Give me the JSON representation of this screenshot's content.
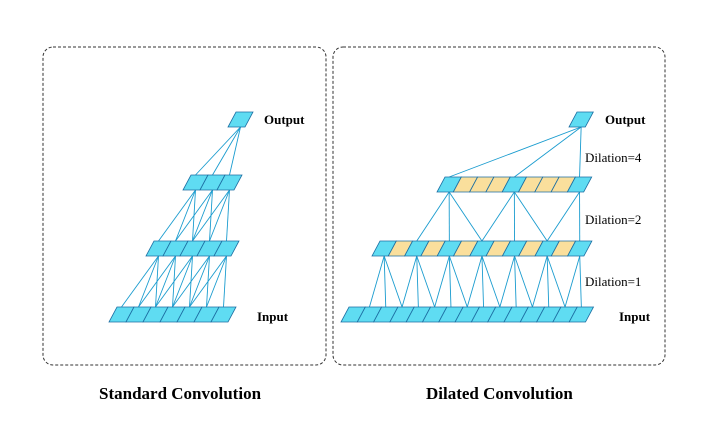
{
  "standard": {
    "output_label": "Output",
    "input_label": "Input",
    "caption": "Standard Convolution"
  },
  "dilated": {
    "output_label": "Output",
    "input_label": "Input",
    "caption": "Dilated Convolution",
    "dilation_labels": [
      "Dilation=4",
      "Dilation=2",
      "Dilation=1"
    ]
  },
  "colors": {
    "active_cell": "#5fdcf2",
    "skipped_cell": "#fadf9c",
    "line": "#1a9ccf",
    "cell_border": "#1d6fa3",
    "panel_border": "#333333"
  }
}
